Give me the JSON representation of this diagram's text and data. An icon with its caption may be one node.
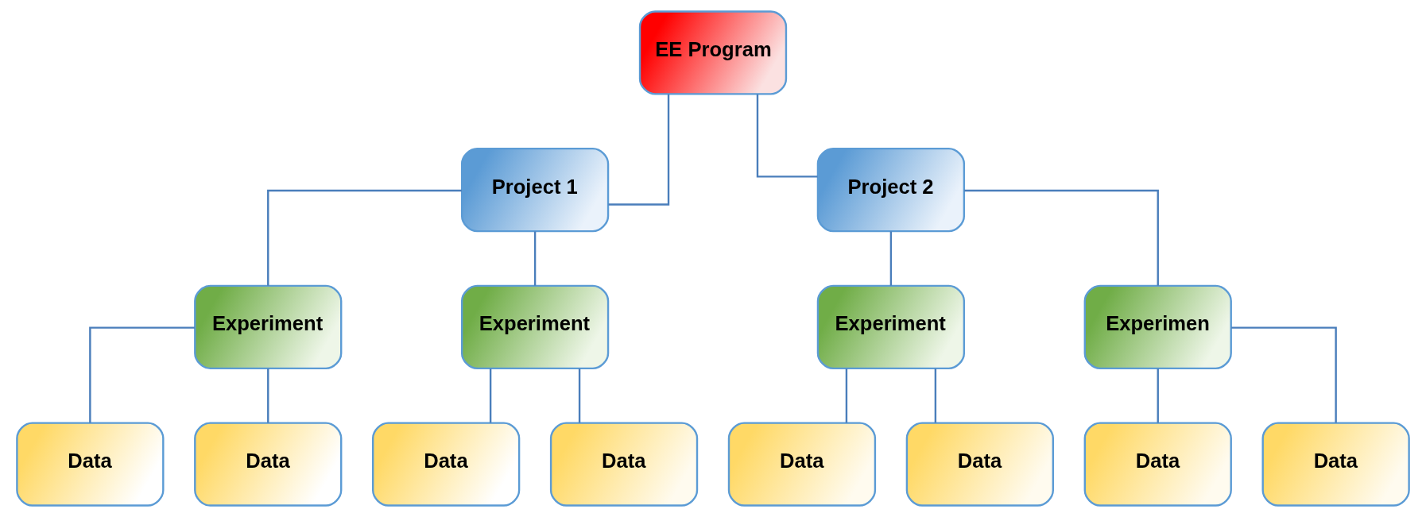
{
  "diagram": {
    "nodes": [
      {
        "text": [
          "EE Program"
        ]
      },
      {
        "text": [
          "Project 1"
        ]
      },
      {
        "text": [
          "Project 2"
        ]
      },
      {
        "text": [
          "Experiment"
        ]
      },
      {
        "text": [
          "Experiment"
        ]
      },
      {
        "text": [
          "Experiment"
        ]
      },
      {
        "text": [
          "Experimen"
        ]
      },
      {
        "text": [
          "Data"
        ]
      },
      {
        "text": [
          "Data"
        ]
      },
      {
        "text": [
          "Data"
        ]
      },
      {
        "text": [
          "Data"
        ]
      },
      {
        "text": [
          "Data"
        ]
      },
      {
        "text": [
          "Data"
        ]
      },
      {
        "text": [
          "Data"
        ]
      },
      {
        "text": [
          "Data"
        ]
      }
    ],
    "edges": [
      {
        "from": 0,
        "to": 1,
        "arrow": "none"
      },
      {
        "from": 0,
        "to": 2,
        "arrow": "none"
      },
      {
        "from": 1,
        "to": 3,
        "arrow": "none"
      },
      {
        "from": 1,
        "to": 4,
        "arrow": "none"
      },
      {
        "from": 2,
        "to": 5,
        "arrow": "none"
      },
      {
        "from": 2,
        "to": 6,
        "arrow": "none"
      },
      {
        "from": 3,
        "to": 7,
        "arrow": "none"
      },
      {
        "from": 3,
        "to": 8,
        "arrow": "none"
      },
      {
        "from": 4,
        "to": 9,
        "arrow": "none"
      },
      {
        "from": 4,
        "to": 10,
        "arrow": "none"
      },
      {
        "from": 5,
        "to": 11,
        "arrow": "none"
      },
      {
        "from": 5,
        "to": 12,
        "arrow": "none"
      },
      {
        "from": 6,
        "to": 13,
        "arrow": "none"
      },
      {
        "from": 6,
        "to": 14,
        "arrow": "none"
      }
    ]
  }
}
